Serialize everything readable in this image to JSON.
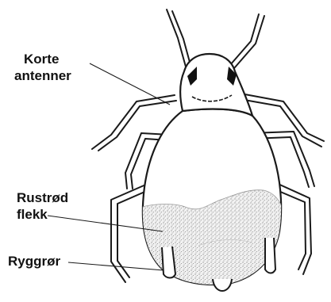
{
  "labels": {
    "antennae_line1": "Korte",
    "antennae_line2": "antenner",
    "spot_line1": "Rustrød",
    "spot_line2": "flekk",
    "siphunculi": "Ryggrør"
  },
  "colors": {
    "outline": "#1a1a1a",
    "body_fill": "#ffffff",
    "spot_fill": "#cfcfcf",
    "text": "#111111"
  }
}
